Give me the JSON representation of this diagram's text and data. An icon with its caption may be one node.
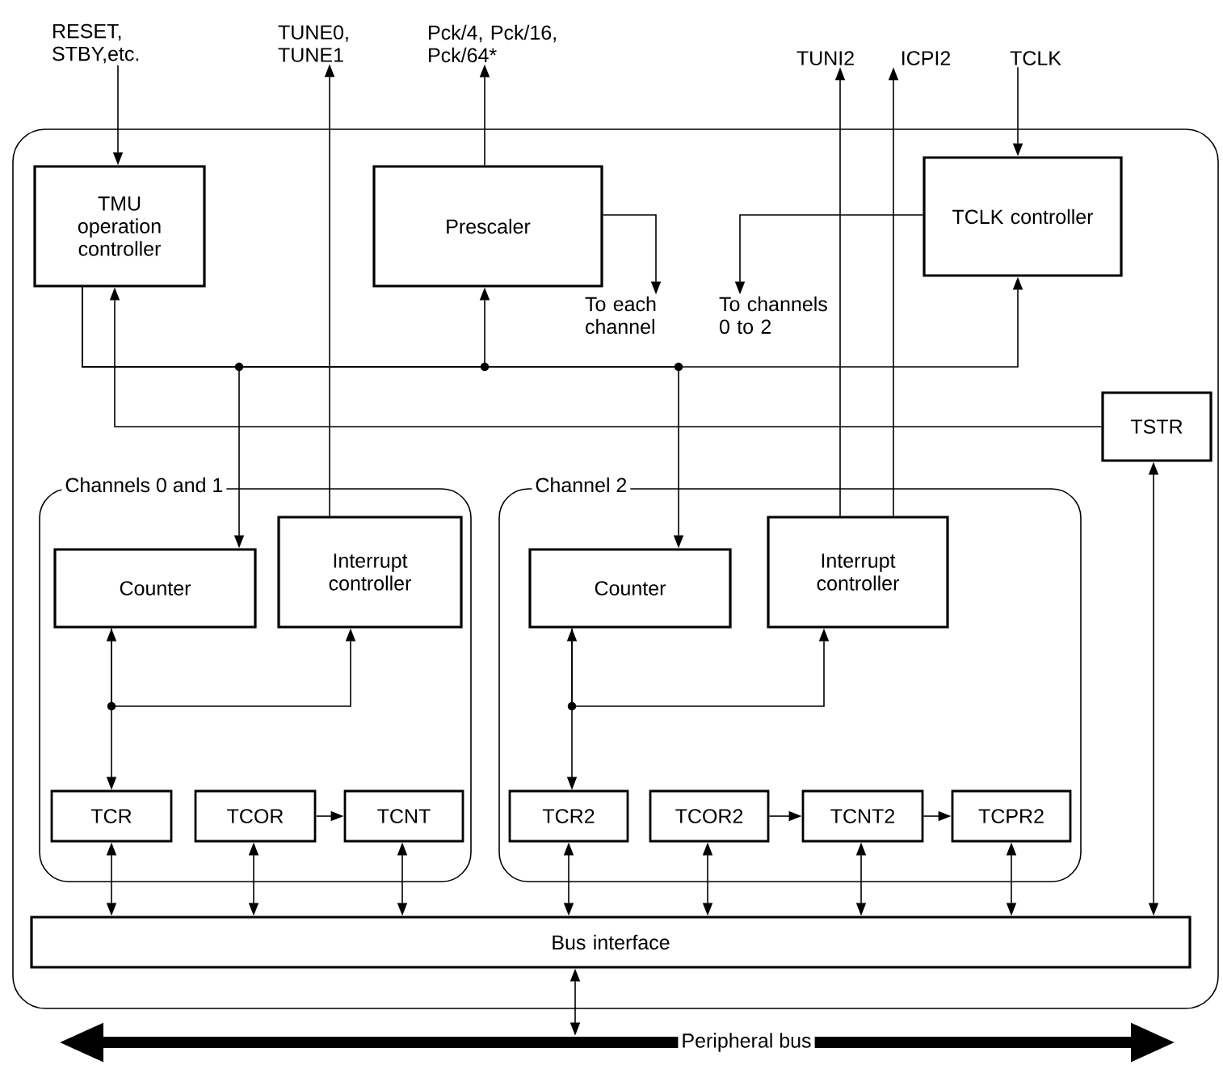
{
  "diagram": {
    "nodes": [
      {
        "text": [
          "RESET, STBY,etc."
        ]
      },
      {
        "text": [
          "TUNE0, TUNE1"
        ]
      },
      {
        "text": [
          "Pck/4, Pck/16, Pck/64*"
        ]
      },
      {
        "text": [
          "TUNI2"
        ]
      },
      {
        "text": [
          "ICPI2"
        ]
      },
      {
        "text": [
          "TCLK"
        ]
      },
      {
        "text": [],
        "shape": "box"
      },
      {
        "text": [
          "TMU operation controller"
        ],
        "in": 6
      },
      {
        "text": [
          "Prescaler"
        ],
        "in": 6
      },
      {
        "text": [
          "TCLK controller"
        ],
        "in": 6
      },
      {
        "text": [
          "To each channel"
        ],
        "in": 6
      },
      {
        "text": [
          "To channels 0 to 2"
        ],
        "in": 6
      },
      {
        "text": [
          "TSTR"
        ],
        "in": 6
      },
      {
        "text": [
          "Channels 0 and 1"
        ],
        "in": 6
      },
      {
        "text": [
          "Counter"
        ],
        "in": 13
      },
      {
        "text": [
          "Interrupt controller"
        ],
        "in": 13
      },
      {
        "text": [
          "TCR"
        ],
        "in": 13
      },
      {
        "text": [
          "TCOR"
        ],
        "in": 13
      },
      {
        "text": [
          "TCNT"
        ],
        "in": 13
      },
      {
        "text": [
          "Channel 2"
        ],
        "in": 6
      },
      {
        "text": [
          "Counter"
        ],
        "in": 19
      },
      {
        "text": [
          "Interrupt controller"
        ],
        "in": 19
      },
      {
        "text": [
          "TCR2"
        ],
        "in": 19
      },
      {
        "text": [
          "TCOR2"
        ],
        "in": 19
      },
      {
        "text": [
          "TCNT2"
        ],
        "in": 19
      },
      {
        "text": [
          "TCPR2"
        ],
        "in": 19
      },
      {
        "text": [
          "Bus interface"
        ],
        "in": 6
      },
      {
        "text": [
          "Peripheral bus"
        ]
      }
    ],
    "edges": [
      {
        "from": 0,
        "to": 7,
        "arrow": "to"
      },
      {
        "from": 8,
        "to": 2,
        "arrow": "to"
      },
      {
        "from": 15,
        "to": 1,
        "arrow": "to"
      },
      {
        "from": 21,
        "to": 3,
        "arrow": "to"
      },
      {
        "from": 21,
        "to": 4,
        "arrow": "to"
      },
      {
        "from": 5,
        "to": 9,
        "arrow": "to"
      },
      {
        "from": 8,
        "to": 10,
        "arrow": "to"
      },
      {
        "from": 9,
        "to": 11,
        "arrow": "to"
      },
      {
        "from": 7,
        "to": 9,
        "arrow": "to"
      },
      {
        "from": 7,
        "to": 8,
        "arrow": "to"
      },
      {
        "from": 7,
        "to": 14,
        "arrow": "to"
      },
      {
        "from": 7,
        "to": 20,
        "arrow": "to"
      },
      {
        "from": 12,
        "to": 7,
        "arrow": "to"
      },
      {
        "from": 14,
        "to": 16,
        "arrow": "both"
      },
      {
        "from": 14,
        "to": 15,
        "arrow": "to"
      },
      {
        "from": 17,
        "to": 18,
        "arrow": "to"
      },
      {
        "from": 20,
        "to": 22,
        "arrow": "both"
      },
      {
        "from": 20,
        "to": 21,
        "arrow": "to"
      },
      {
        "from": 23,
        "to": 24,
        "arrow": "to"
      },
      {
        "from": 24,
        "to": 25,
        "arrow": "to"
      },
      {
        "from": 16,
        "to": 26,
        "arrow": "both"
      },
      {
        "from": 17,
        "to": 26,
        "arrow": "both"
      },
      {
        "from": 18,
        "to": 26,
        "arrow": "both"
      },
      {
        "from": 22,
        "to": 26,
        "arrow": "both"
      },
      {
        "from": 23,
        "to": 26,
        "arrow": "both"
      },
      {
        "from": 24,
        "to": 26,
        "arrow": "both"
      },
      {
        "from": 25,
        "to": 26,
        "arrow": "both"
      },
      {
        "from": 12,
        "to": 26,
        "arrow": "both"
      },
      {
        "from": 26,
        "to": 27,
        "arrow": "both"
      }
    ]
  }
}
